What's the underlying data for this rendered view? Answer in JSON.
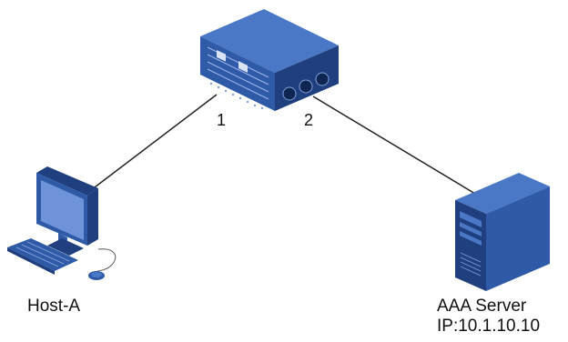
{
  "nodes": {
    "switch": {
      "icon": "network-switch-icon",
      "port_left": "1",
      "port_right": "2"
    },
    "host": {
      "icon": "desktop-computer-icon",
      "label": "Host-A"
    },
    "server": {
      "icon": "tower-server-icon",
      "label": "AAA Server",
      "ip": "IP:10.1.10.10"
    }
  },
  "links": [
    {
      "from": "switch",
      "from_port": "1",
      "to": "host"
    },
    {
      "from": "switch",
      "from_port": "2",
      "to": "server"
    }
  ],
  "colors": {
    "device_blue": "#2e5aa8",
    "device_blue_light": "#4a78c6",
    "device_blue_dark": "#1f3f7e",
    "link": "#222222",
    "text": "#111111"
  }
}
